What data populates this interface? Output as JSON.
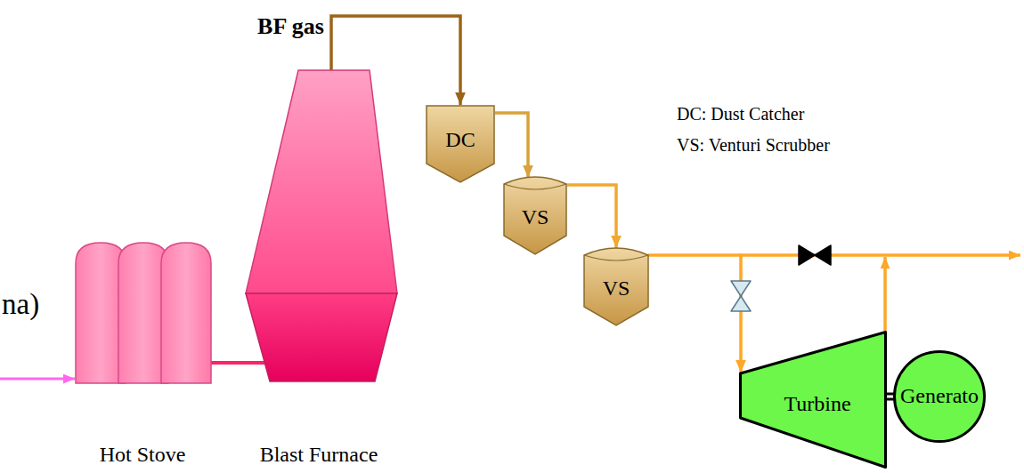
{
  "diagram": {
    "nodes": [
      {
        "text": [
          "Hot Stove"
        ]
      },
      {
        "text": [
          "Blast Furnace"
        ]
      },
      {
        "text": [
          "DC"
        ]
      },
      {
        "text": [
          "VS"
        ]
      },
      {
        "text": [
          "VS"
        ]
      },
      {
        "text": [
          "Turbine"
        ]
      },
      {
        "text": [
          "Generato"
        ]
      }
    ],
    "edges": [
      {
        "from": 0,
        "to": 1,
        "arrow": "to"
      },
      {
        "from": 1,
        "to": 2,
        "label": "BF gas",
        "arrow": "to"
      },
      {
        "from": 2,
        "to": 3,
        "arrow": "to"
      },
      {
        "from": 3,
        "to": 4,
        "arrow": "to"
      },
      {
        "from": 4,
        "to": 5,
        "arrow": "to"
      },
      {
        "from": 5,
        "to": 6,
        "arrow": "none"
      }
    ],
    "labels": [
      "DC: Dust Catcher",
      "VS: Venturi Scrubber",
      "na)"
    ]
  }
}
